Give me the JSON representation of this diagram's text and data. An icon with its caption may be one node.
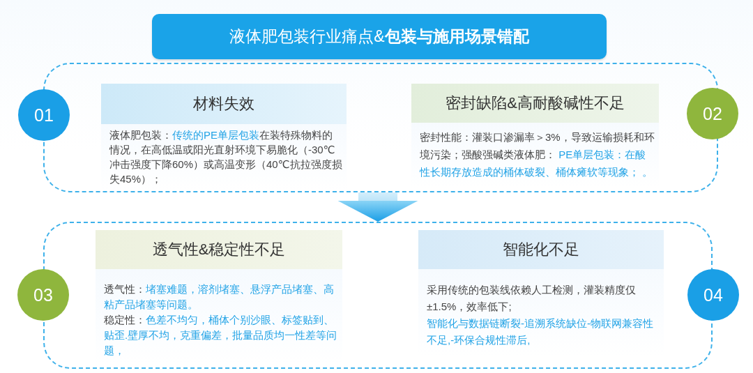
{
  "diagram": {
    "title": "液体肥包装行业痛点&**包装与施用场景错配**",
    "nodes": [
      {
        "text": [],
        "shape": "box"
      },
      {
        "text": [
          "01"
        ]
      },
      {
        "text": [
          "材料失效",
          "液体肥包装：**传统的PE单层包装**在装特殊物料的情况，在高低温或阳光直射环境下易脆化（-30℃冲击强度下降60%）或高温变形（40℃抗拉强度损失45%）；"
        ],
        "in": 0
      },
      {
        "text": [
          "密封缺陷&高耐酸碱性不足",
          "密封性能：灌装口渗漏率＞3%，导致运输损耗和环境污染；强酸强碱类液体肥： **PE单层包装：在酸性长期存放造成的桶体破裂、桶体瘫软等现象； 。**"
        ],
        "in": 0
      },
      {
        "text": [
          "02"
        ]
      },
      {
        "text": [],
        "shape": "box"
      },
      {
        "text": [
          "03"
        ]
      },
      {
        "text": [
          "透气性&稳定性不足",
          "透气性：**堵塞难题，溶剂堵塞、悬浮产品堵塞、高粘产品堵塞等问题。**",
          "稳定性：**色差不均匀，桶体个别沙眼、标签贴到、贴歪.壁厚不均，克重偏差，批量品质均一性差等问题，**"
        ],
        "in": 5
      },
      {
        "text": [
          "智能化不足",
          "采用传统的包装线依赖人工检测，灌装精度仅±1.5%，效率低下;",
          "智能化与数据链断裂-追溯系统缺位-物联网兼容性不足,-环保合规性滞后,"
        ],
        "in": 5
      },
      {
        "text": [
          "04"
        ]
      }
    ],
    "edges": [
      {
        "from": 0,
        "to": 5,
        "arrow": "to"
      }
    ]
  }
}
